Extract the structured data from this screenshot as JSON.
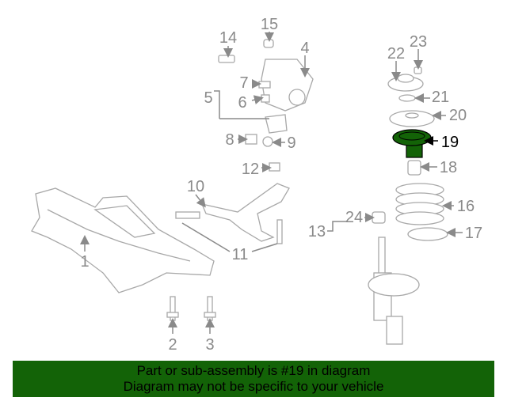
{
  "diagram": {
    "highlight_part": "19",
    "highlight_color": "#136307",
    "callouts": [
      "1",
      "2",
      "3",
      "4",
      "5",
      "6",
      "7",
      "8",
      "9",
      "10",
      "11",
      "12",
      "13",
      "14",
      "15",
      "16",
      "17",
      "18",
      "19",
      "20",
      "21",
      "22",
      "23",
      "24"
    ]
  },
  "banner": {
    "line1": "Part or sub-assembly is #19 in diagram",
    "line2": "Diagram may not be specific to your vehicle",
    "background": "#136307"
  }
}
